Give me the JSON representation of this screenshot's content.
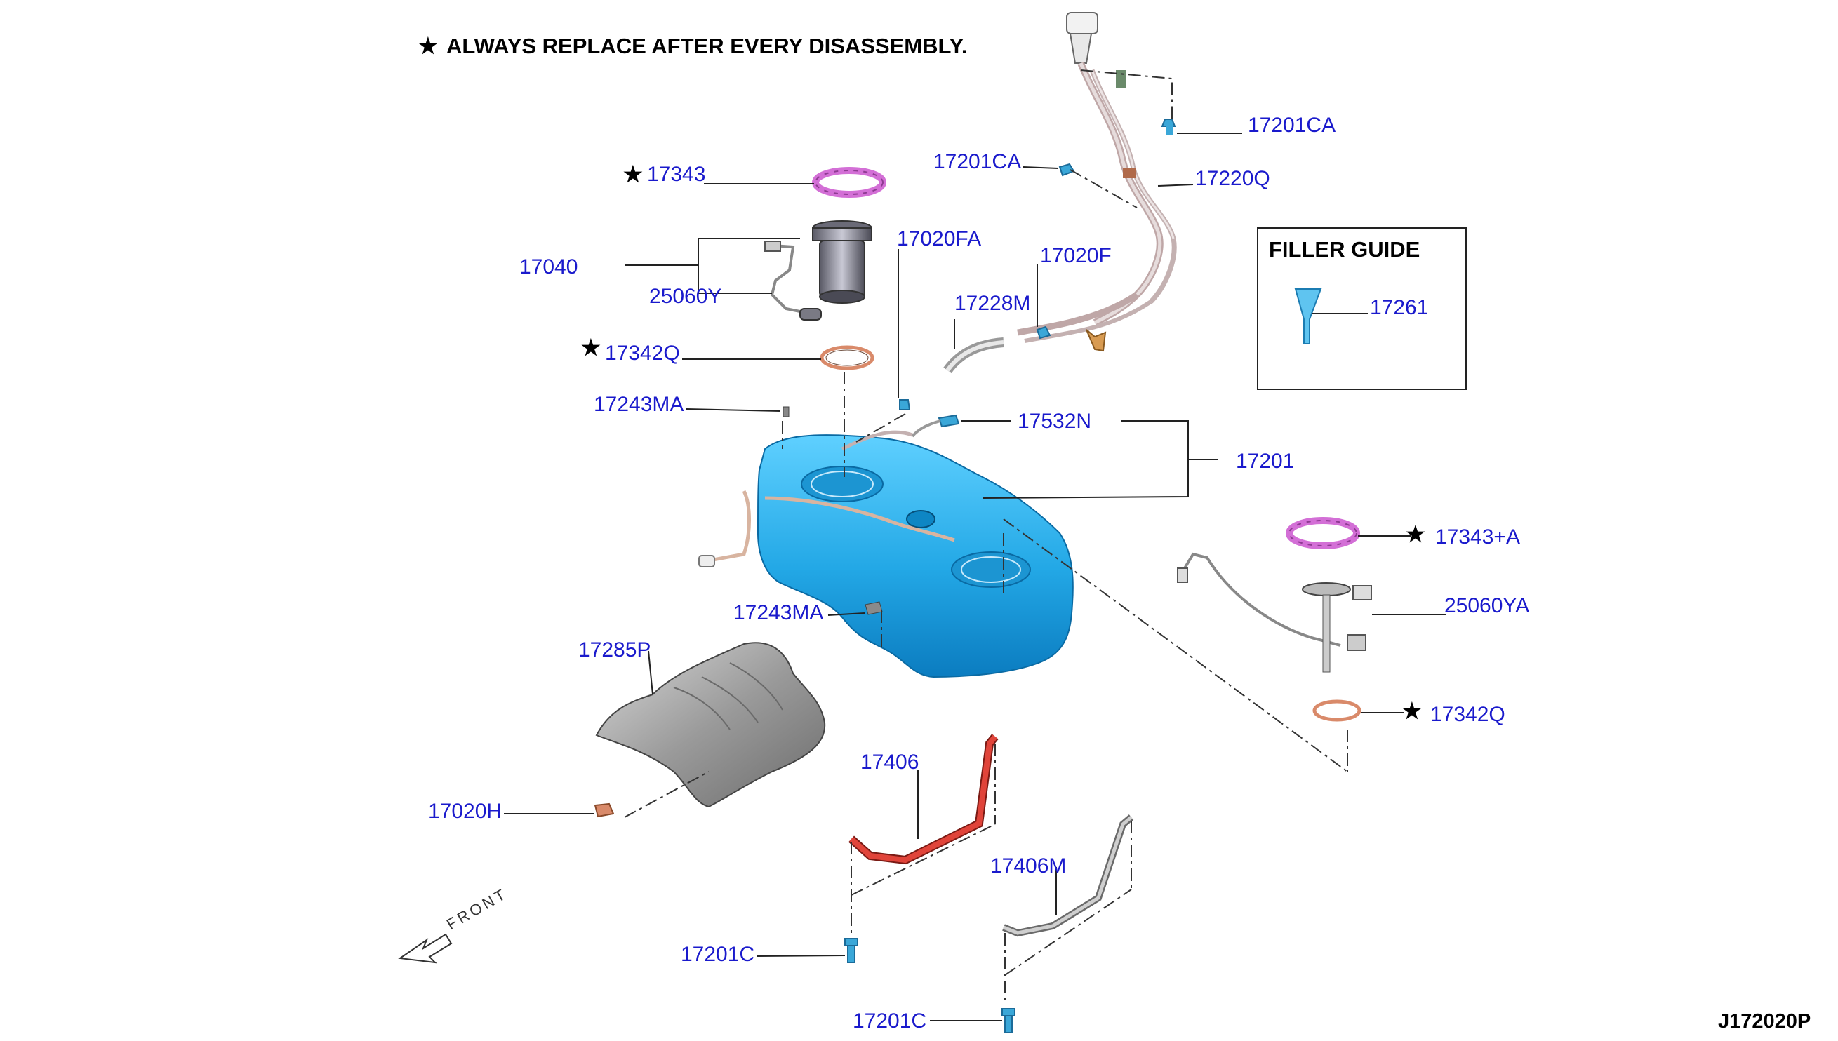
{
  "note": {
    "star_symbol": "★",
    "text": "ALWAYS REPLACE AFTER EVERY DISASSEMBLY."
  },
  "diagram_code": "J172020P",
  "front_label": "FRONT",
  "filler_guide": {
    "title": "FILLER GUIDE",
    "part": "17261"
  },
  "parts": {
    "p17201CA_top": "17201CA",
    "p17201CA_mid": "17201CA",
    "p17220Q": "17220Q",
    "p17343": "17343",
    "p17040": "17040",
    "p25060Y": "25060Y",
    "p17020FA": "17020FA",
    "p17020F": "17020F",
    "p17228M": "17228M",
    "p17342Q_left": "17342Q",
    "p17243MA_top": "17243MA",
    "p17532N": "17532N",
    "p17201": "17201",
    "p17343A": "17343+A",
    "p25060YA": "25060YA",
    "p17342Q_right": "17342Q",
    "p17243MA_bottom": "17243MA",
    "p17285P": "17285P",
    "p17406": "17406",
    "p17020H": "17020H",
    "p17406M": "17406M",
    "p17201C_left": "17201C",
    "p17201C_bottom": "17201C"
  },
  "colors": {
    "tank": "#2ab0ea",
    "tank_dark": "#0e86c4",
    "seal_ring": "#d36fd6",
    "o_ring": "#d98a6a",
    "strap_red": "#e0443a",
    "shield_gray": "#9c9c9c",
    "label_blue": "#1a1acc",
    "bolt_blue": "#3aa7d8"
  }
}
